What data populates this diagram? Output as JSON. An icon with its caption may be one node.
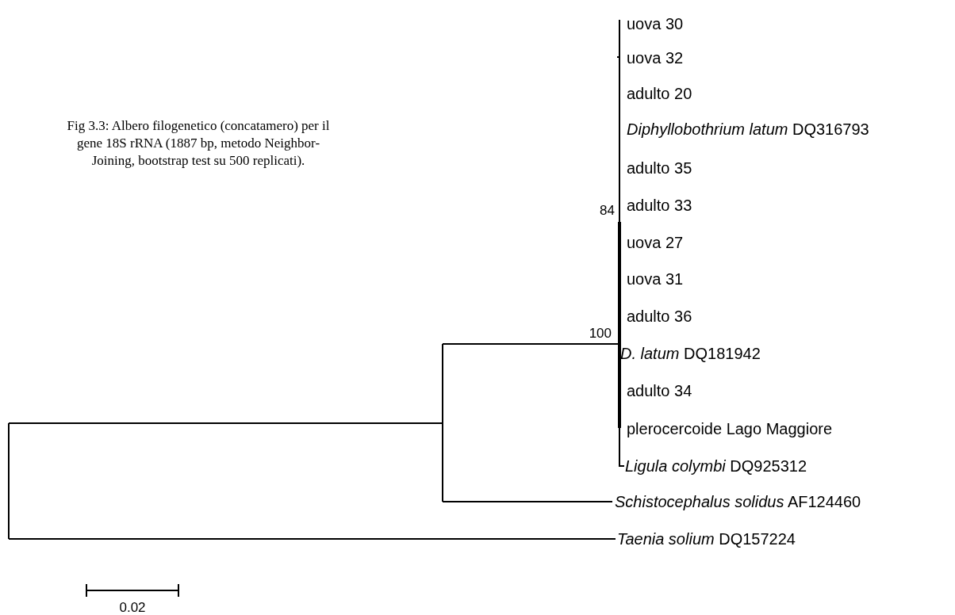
{
  "diagram": {
    "caption": "Fig 3.3: Albero filogenetico (concatamero) per il gene 18S rRNA (1887 bp, metodo Neighbor-Joining, bootstrap test su 500 replicati).",
    "labels": [
      "uova 30",
      "uova 32",
      "adulto 20",
      "*Diphyllobothrium latum* DQ316793",
      "adulto 35",
      "84",
      "adulto 33",
      "uova 27",
      "uova 31",
      "adulto 36",
      "100",
      "*D. latum* DQ181942",
      "adulto 34",
      "plerocercoide Lago Maggiore",
      "*Ligula colymbi* DQ925312",
      "*Schistocephalus solidus* AF124460",
      "*Taenia solium* DQ157224",
      "0.02"
    ]
  }
}
